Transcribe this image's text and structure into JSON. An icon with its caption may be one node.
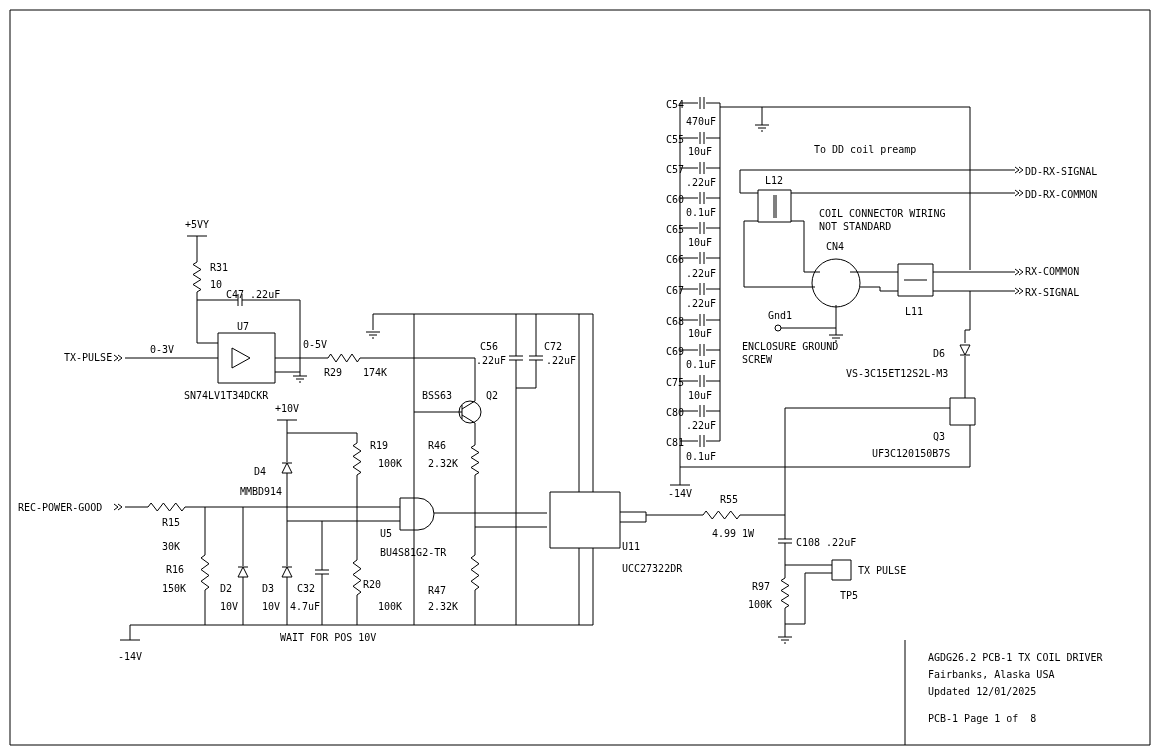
{
  "diagram": {
    "labels": [
      "C54",
      "470uF",
      "C55",
      "10uF",
      "To DD coil preamp",
      "C57",
      ".22uF",
      "DD-RX-SIGNAL",
      "L12",
      "DD-RX-COMMON",
      "C60",
      "0.1uF",
      "COIL CONNECTOR WIRING NOT STANDARD",
      "C65",
      "+5VY",
      "10uF",
      "CN4",
      "C66",
      "R31",
      ".22uF",
      "RX-COMMON",
      "10",
      "C47 .22uF",
      "C67",
      "RX-SIGNAL",
      ".22uF",
      "L11",
      "Gnd1",
      "C68",
      "U7",
      "10uF",
      "ENCLOSURE GROUND SCREW",
      "0-5V",
      "0-3V",
      "C56",
      "C72",
      "C69",
      "D6",
      "TX-PULSE",
      ".22uF",
      ".22uF",
      "0.1uF",
      "R29",
      "174K",
      "VS-3C15ET12S2L-M3",
      "C75",
      "SN74LV1T34DCKR",
      "BSS63",
      "Q2",
      "10uF",
      "+10V",
      "C80",
      ".22uF",
      "Q3",
      "R19",
      "R46",
      "C81",
      "0.1uF",
      "UF3C120150B7S",
      "100K",
      "2.32K",
      "D4",
      "MMBD914",
      "-14V",
      "R55",
      "REC-POWER-GOOD",
      "R15",
      "U5",
      "4.99 1W",
      "30K",
      "C108 .22uF",
      "U11",
      "BU4S81G2-TR",
      "R16",
      "UCC27322DR",
      "TX PULSE",
      "D2",
      "D3",
      "C32",
      "R20",
      "R47",
      "R97",
      "TP5",
      "150K",
      "10V",
      "10V",
      "4.7uF",
      "100K",
      "2.32K",
      "100K",
      "WAIT FOR POS 10V",
      "-14V",
      "AGDG26.2 PCB-1 TX COIL DRIVER",
      "Fairbanks, Alaska USA",
      "Updated 12/01/2025",
      "PCB-1 Page 1 of  8"
    ]
  }
}
